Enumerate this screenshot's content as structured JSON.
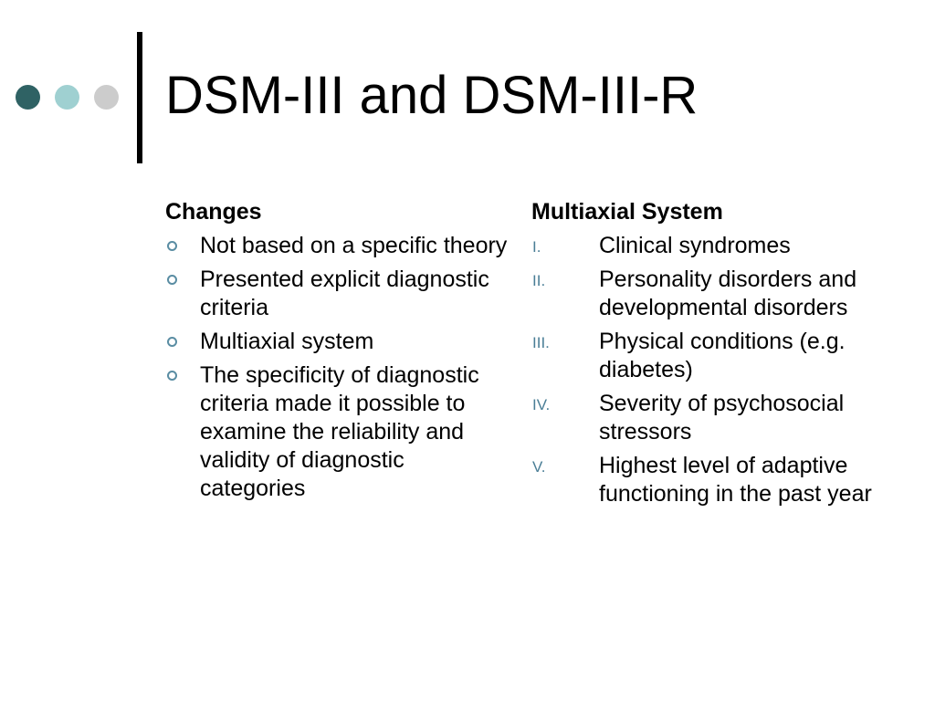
{
  "slide": {
    "title": "DSM-III and DSM-III-R",
    "decoration": {
      "dot_colors": [
        "#2f6264",
        "#9fd0d1",
        "#cccccc"
      ],
      "divider_color": "#000000",
      "bullet_color": "#5a8da3"
    }
  },
  "left_column": {
    "heading": "Changes",
    "items": [
      {
        "text": "Not based on a specific theory"
      },
      {
        "text": "Presented explicit diagnostic criteria"
      },
      {
        "text": "Multiaxial system"
      },
      {
        "text": "The specificity of diagnostic criteria made it possible to examine the reliability and validity of diagnostic categories"
      }
    ]
  },
  "right_column": {
    "heading": "Multiaxial System",
    "items": [
      {
        "marker": "I.",
        "text": "Clinical syndromes"
      },
      {
        "marker": "II.",
        "text": "Personality disorders and developmental disorders"
      },
      {
        "marker": "III.",
        "text": "Physical conditions (e.g. diabetes)"
      },
      {
        "marker": "IV.",
        "text": "Severity of psychosocial stressors"
      },
      {
        "marker": "V.",
        "text": "Highest level of adaptive functioning in the past year"
      }
    ]
  }
}
